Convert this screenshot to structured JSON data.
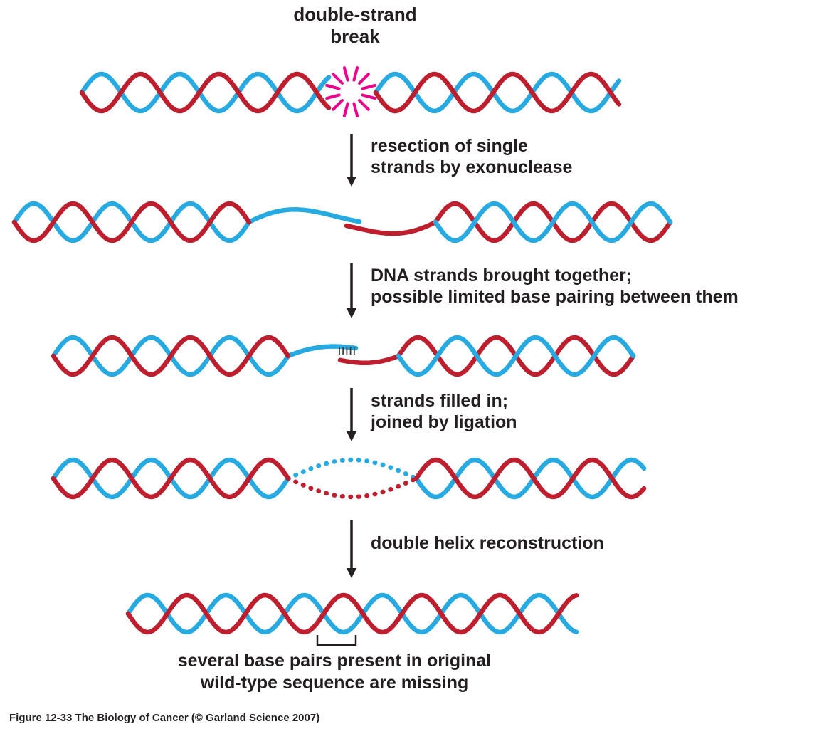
{
  "figure": {
    "title_lines": [
      "double-strand",
      "break"
    ],
    "steps": [
      {
        "label_lines": [
          "resection of single",
          "strands by exonuclease"
        ]
      },
      {
        "label_lines": [
          "DNA strands brought together;",
          "possible limited base pairing between them"
        ]
      },
      {
        "label_lines": [
          "strands filled in;",
          "joined by ligation"
        ]
      },
      {
        "label_lines": [
          "double helix reconstruction"
        ]
      }
    ],
    "footnote_lines": [
      "several base pairs present in original",
      "wild-type sequence are missing"
    ],
    "caption": "Figure 12-33  The Biology of Cancer (© Garland Science 2007)",
    "colors": {
      "strand_red": "#be1e2d",
      "strand_blue": "#27aae1",
      "burst_magenta": "#ec008c",
      "text": "#231f20"
    }
  }
}
